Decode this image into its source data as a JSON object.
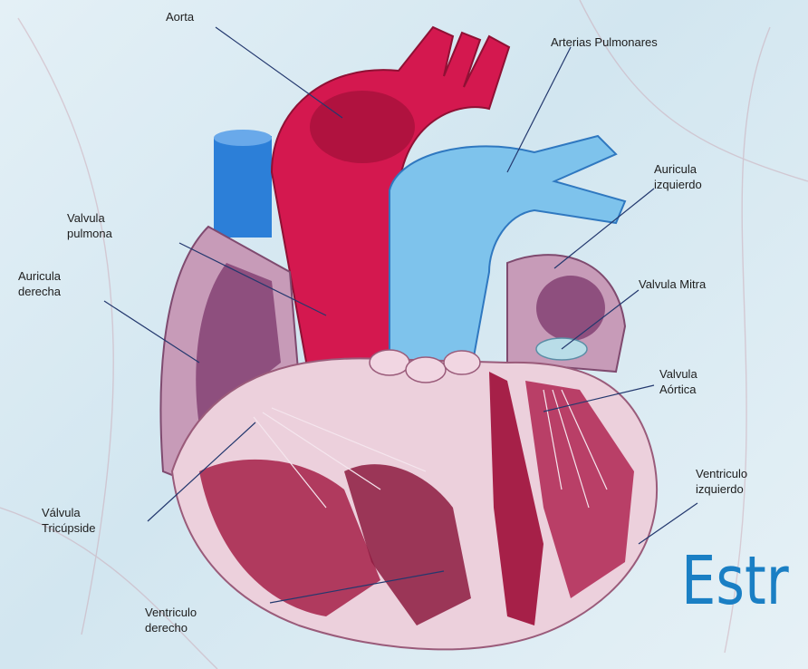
{
  "labels": {
    "aorta": "Aorta",
    "arterias_pulmonares": "Arterias Pulmonares",
    "auricula_izquierda": [
      "Auricula",
      "izquierdo"
    ],
    "valvula_pulmonar": [
      "Valvula",
      "pulmona"
    ],
    "auricula_derecha": [
      "Auricula",
      "derecha"
    ],
    "valvula_mitral": "Valvula Mitra",
    "valvula_aortica": [
      "Valvula",
      "Aórtica"
    ],
    "ventriculo_izquierdo": [
      "Ventriculo",
      "izquierdo"
    ],
    "valvula_tricuspide": [
      "Válvula",
      "Tricúpside"
    ],
    "ventriculo_derecho": [
      "Ventriculo",
      "derecho"
    ]
  },
  "title_fragment": "Estr",
  "colors": {
    "background": "#dceaf2",
    "aorta_red": "#d4184f",
    "pulmonary_blue": "#7ec3ec",
    "vena_blue": "#2c7fd8",
    "chamber_pink": "#e9c3d3",
    "chamber_purple": "#8e4f7e",
    "muscle_red": "#a62048",
    "title_blue": "#1a7fc4"
  }
}
